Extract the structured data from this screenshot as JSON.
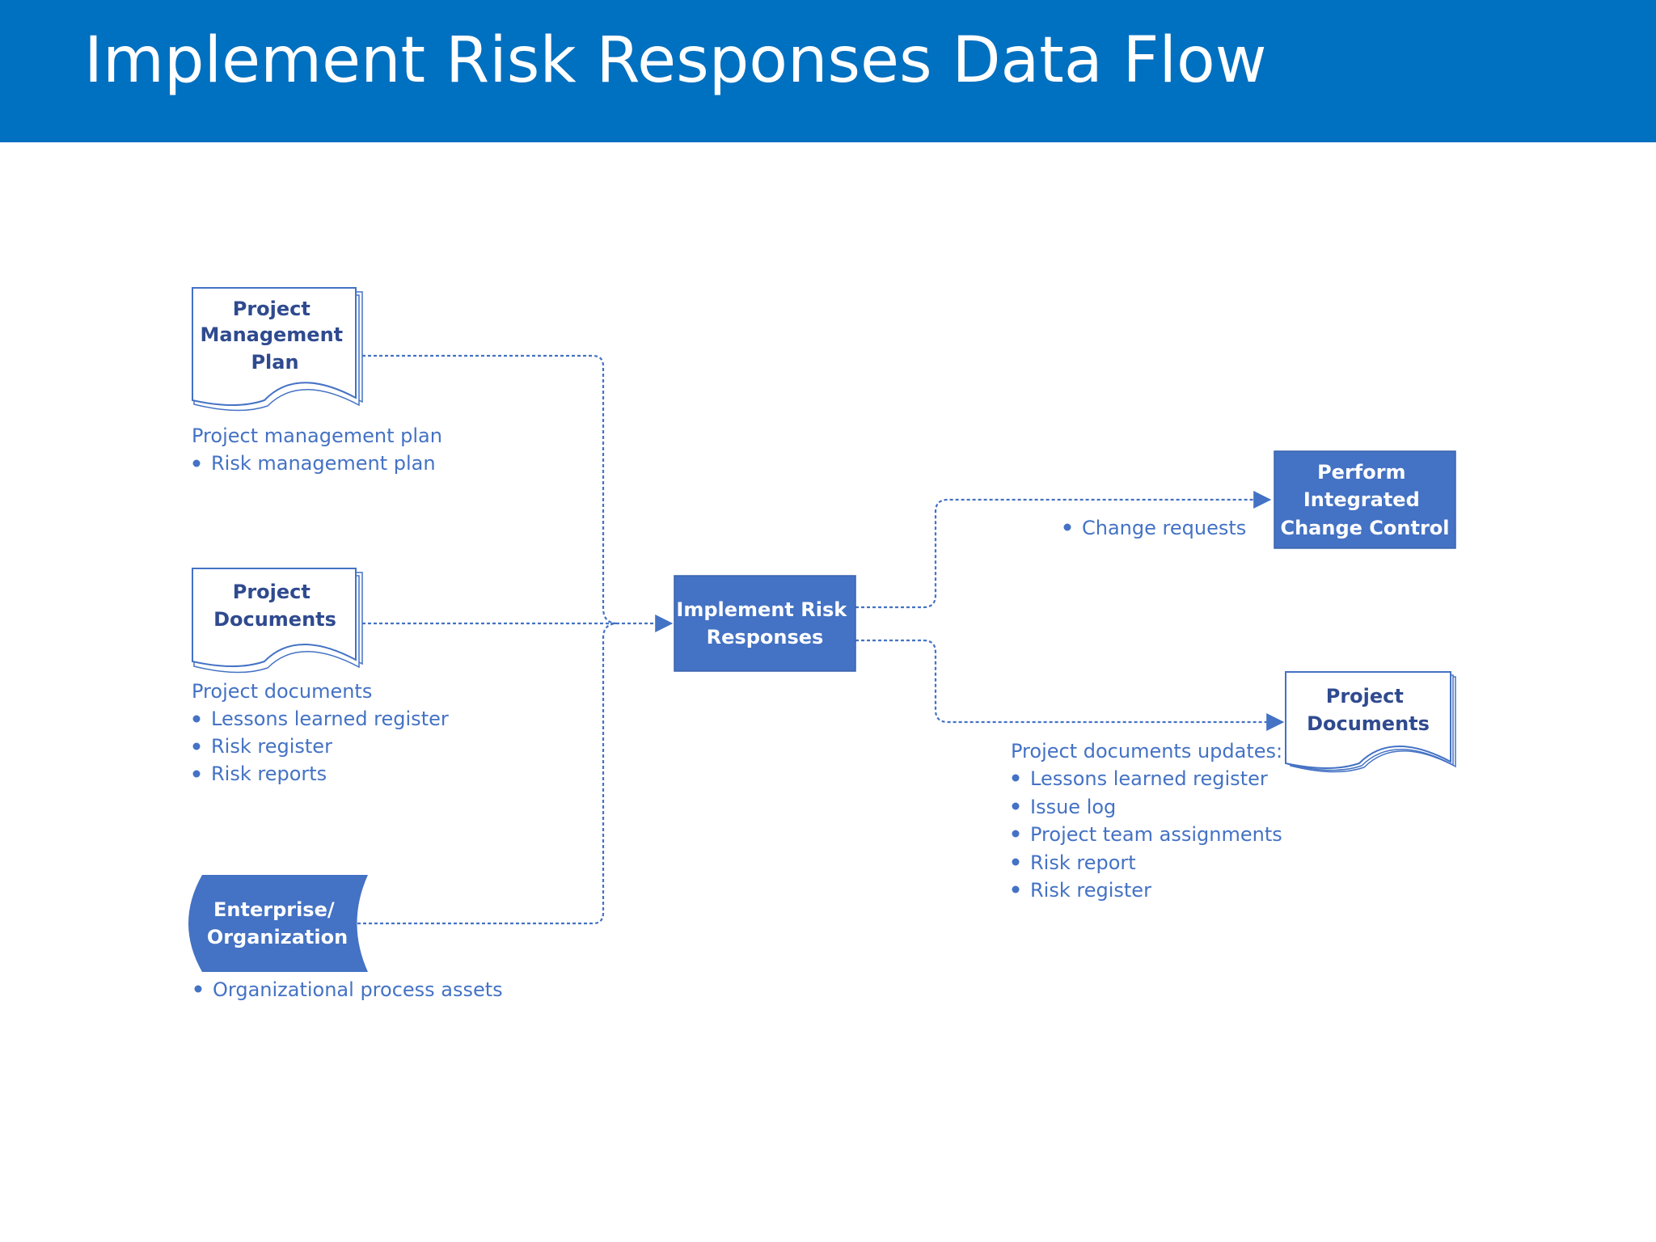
{
  "title": "Implement Risk Responses Data Flow",
  "colors": {
    "title_bar": "#0070c0",
    "process_fill": "#4472c4",
    "doc_text": "#2f4a8f",
    "note_text": "#4472c4"
  },
  "nodes": {
    "pm_plan": [
      "Project",
      "Management",
      "Plan"
    ],
    "project_documents_in": [
      "Project",
      "Documents"
    ],
    "enterprise": [
      "Enterprise/",
      "Organization"
    ],
    "implement": [
      "Implement Risk",
      "Responses"
    ],
    "perform_icc": [
      "Perform",
      "Integrated",
      "Change Control"
    ],
    "project_documents_out": [
      "Project",
      "Documents"
    ]
  },
  "notes": {
    "pm_plan": {
      "heading": "Project management plan",
      "items": [
        "Risk management plan"
      ]
    },
    "project_documents": {
      "heading": "Project documents",
      "items": [
        "Lessons learned register",
        "Risk register",
        "Risk reports"
      ]
    },
    "enterprise": {
      "items": [
        "Organizational process assets"
      ]
    },
    "change_requests": {
      "items": [
        "Change requests"
      ]
    },
    "documents_updates": {
      "heading": "Project documents updates:",
      "items": [
        "Lessons learned register",
        "Issue log",
        "Project team assignments",
        "Risk report",
        "Risk register"
      ]
    }
  }
}
